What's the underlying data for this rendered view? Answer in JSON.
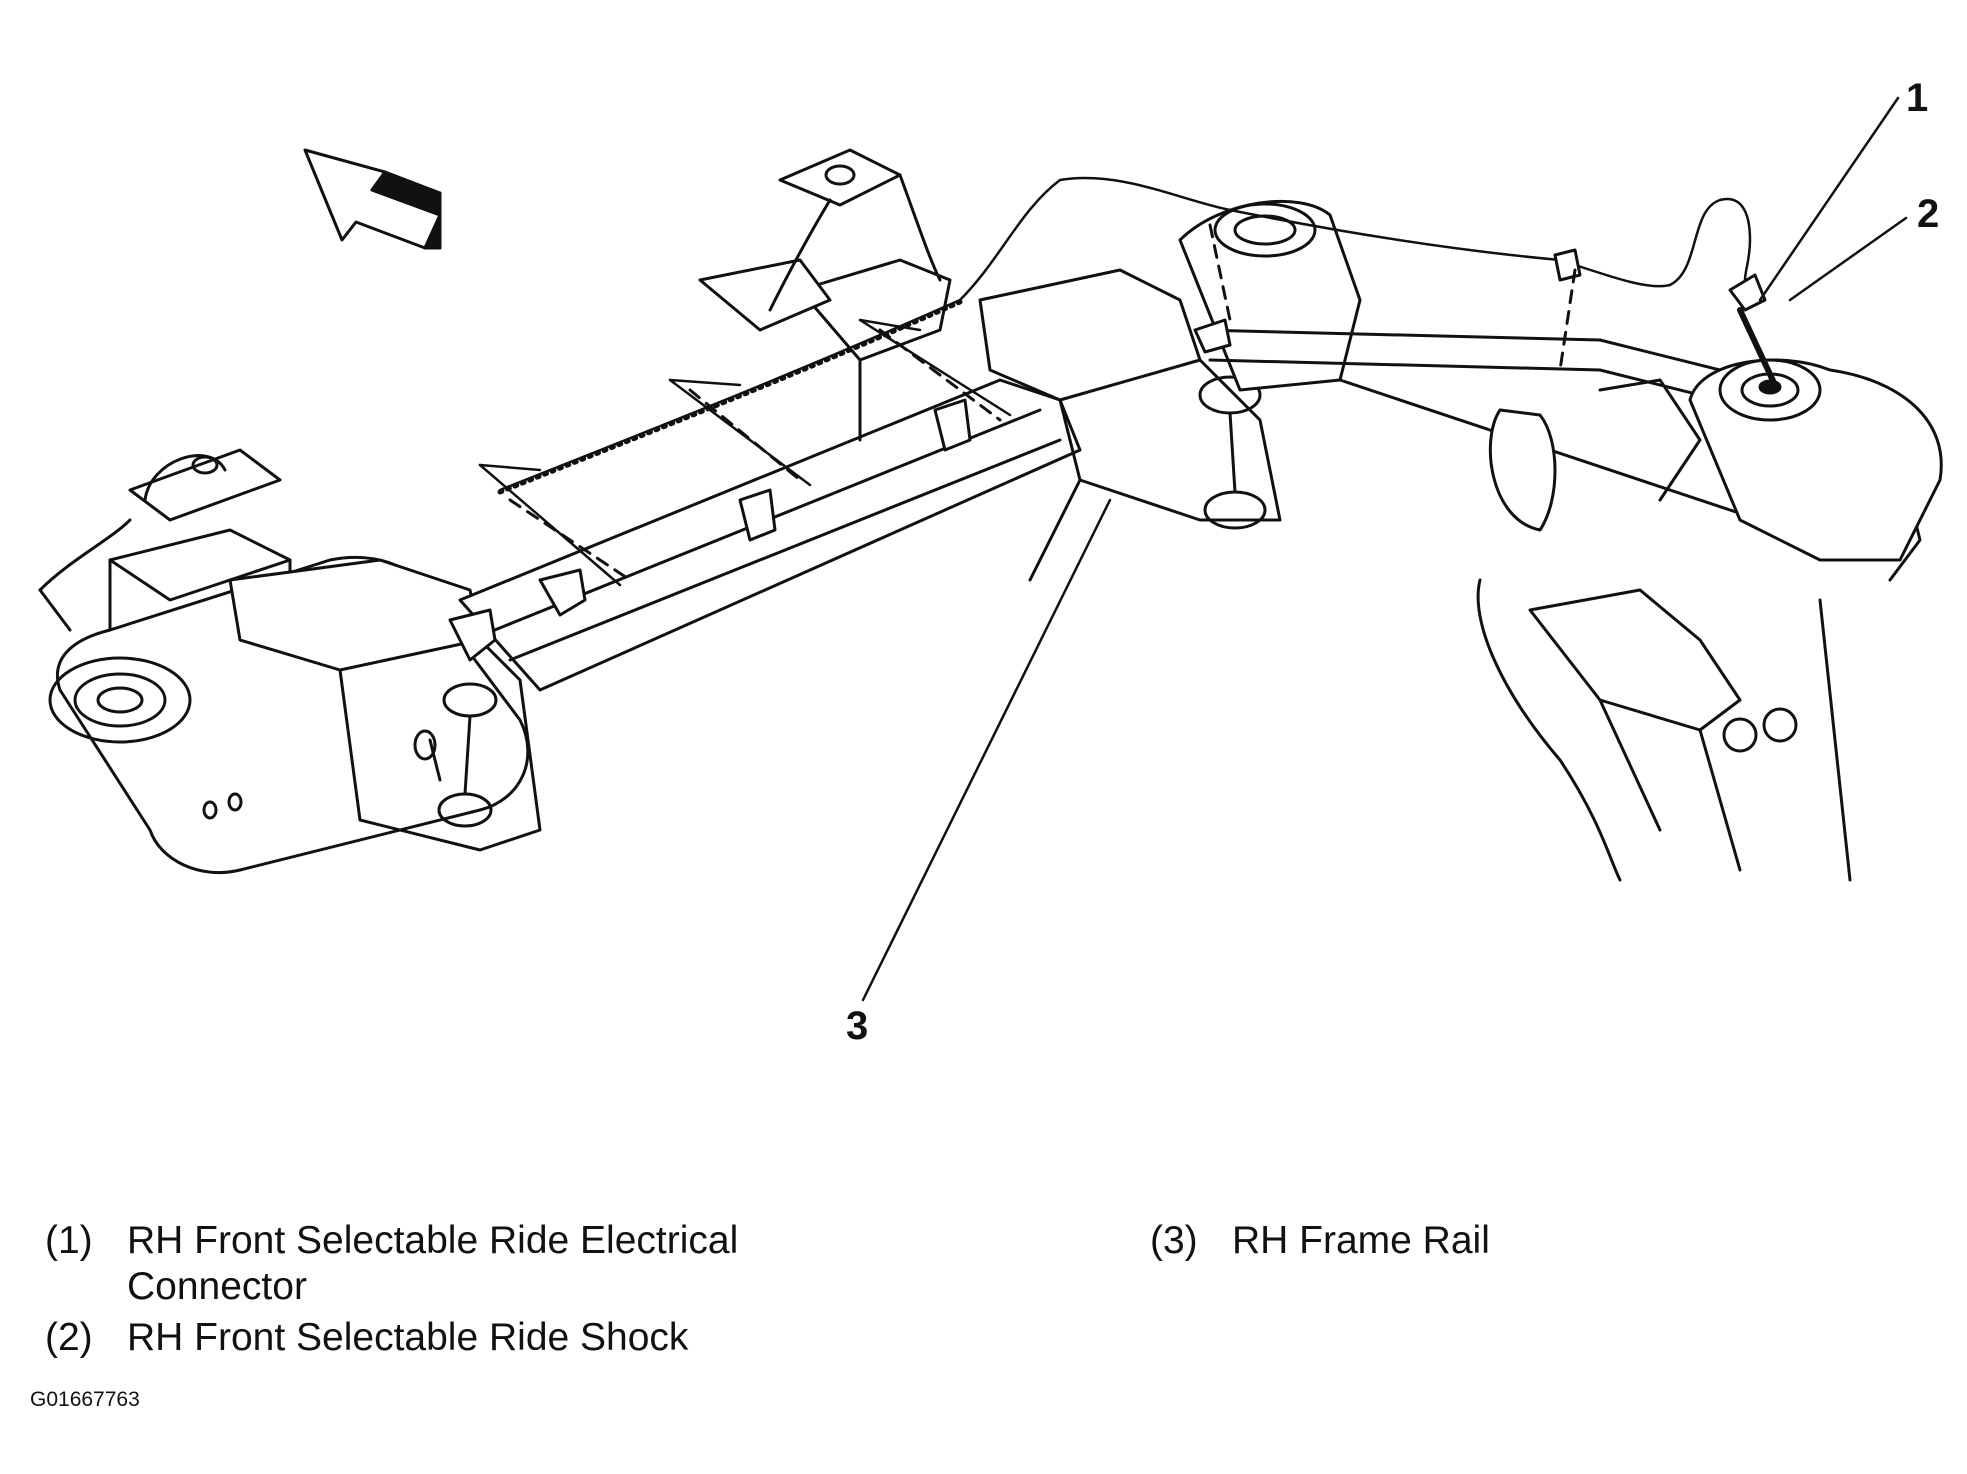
{
  "callouts": {
    "c1": "1",
    "c2": "2",
    "c3": "3"
  },
  "legend": [
    {
      "number": "(1)",
      "text": "RH Front Selectable Ride Electrical Connector"
    },
    {
      "number": "(2)",
      "text": "RH Front Selectable Ride Shock"
    },
    {
      "number": "(3)",
      "text": "RH Frame Rail"
    }
  ],
  "figure_id": "G01667763",
  "icons": {
    "direction_arrow": "front-direction-arrow-icon"
  },
  "colors": {
    "line": "#111111",
    "background": "#ffffff"
  }
}
